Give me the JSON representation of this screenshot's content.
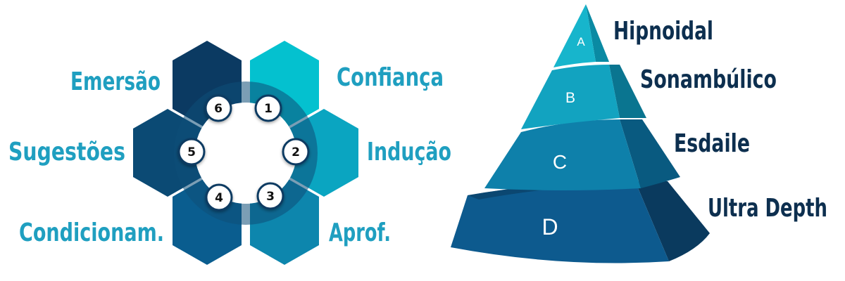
{
  "cycle": {
    "steps": [
      {
        "number": "1",
        "label": "Confiança",
        "color": "#04c1cf"
      },
      {
        "number": "2",
        "label": "Indução",
        "color": "#0aa5c1"
      },
      {
        "number": "3",
        "label": "Aprof.",
        "color": "#0d86ad"
      },
      {
        "number": "4",
        "label": "Condicionam.",
        "color": "#0a5d8f"
      },
      {
        "number": "5",
        "label": "Sugestões",
        "color": "#0b4a74"
      },
      {
        "number": "6",
        "label": "Emersão",
        "color": "#0b3a62"
      }
    ]
  },
  "pyramid": {
    "tiers": [
      {
        "letter": "A",
        "label": "Hipnoidal",
        "front_color": "#17b5cc",
        "side_color": "#0a8aa3"
      },
      {
        "letter": "B",
        "label": "Sonambúlico",
        "front_color": "#12a3c0",
        "side_color": "#0a7590"
      },
      {
        "letter": "C",
        "label": "Esdaile",
        "front_color": "#0e80aa",
        "side_color": "#095a80"
      },
      {
        "letter": "D",
        "label": "Ultra Depth",
        "front_color": "#0d5a8e",
        "side_color": "#0a3a5e"
      }
    ]
  }
}
